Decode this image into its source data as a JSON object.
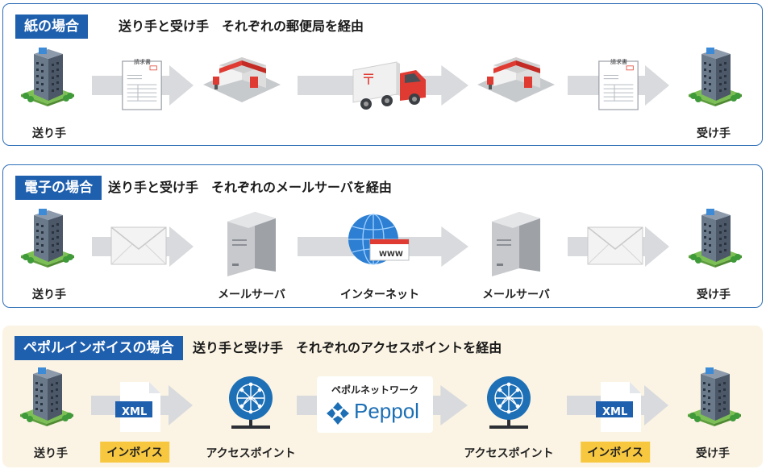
{
  "paper": {
    "tag": "紙の場合",
    "headline": "送り手と受け手　それぞれの郵便局を経由",
    "sender": "送り手",
    "receiver": "受け手",
    "doc_title": "請求書"
  },
  "email": {
    "tag": "電子の場合",
    "headline": "送り手と受け手　それぞれのメールサーバを経由",
    "sender": "送り手",
    "mail_server_1": "メールサーバ",
    "internet": "インターネット",
    "www": "WWW",
    "mail_server_2": "メールサーバ",
    "receiver": "受け手"
  },
  "peppol": {
    "tag": "ペポルインボイスの場合",
    "headline": "送り手と受け手　それぞれのアクセスポイントを経由",
    "sender": "送り手",
    "invoice_1": "インボイス",
    "xml_1": "XML",
    "access_point_1": "アクセスポイント",
    "network_caption": "ペポルネットワーク",
    "network_logo": "Peppol",
    "access_point_2": "アクセスポイント",
    "invoice_2": "インボイス",
    "xml_2": "XML",
    "receiver": "受け手"
  },
  "colors": {
    "border": "#2e6fb6",
    "tag_bg": "#1e5fae",
    "arrow": "#d8dadd",
    "badge": "#f7c73f",
    "peppol_bg": "#fbf4e4",
    "access_point": "#1d6fb6"
  }
}
